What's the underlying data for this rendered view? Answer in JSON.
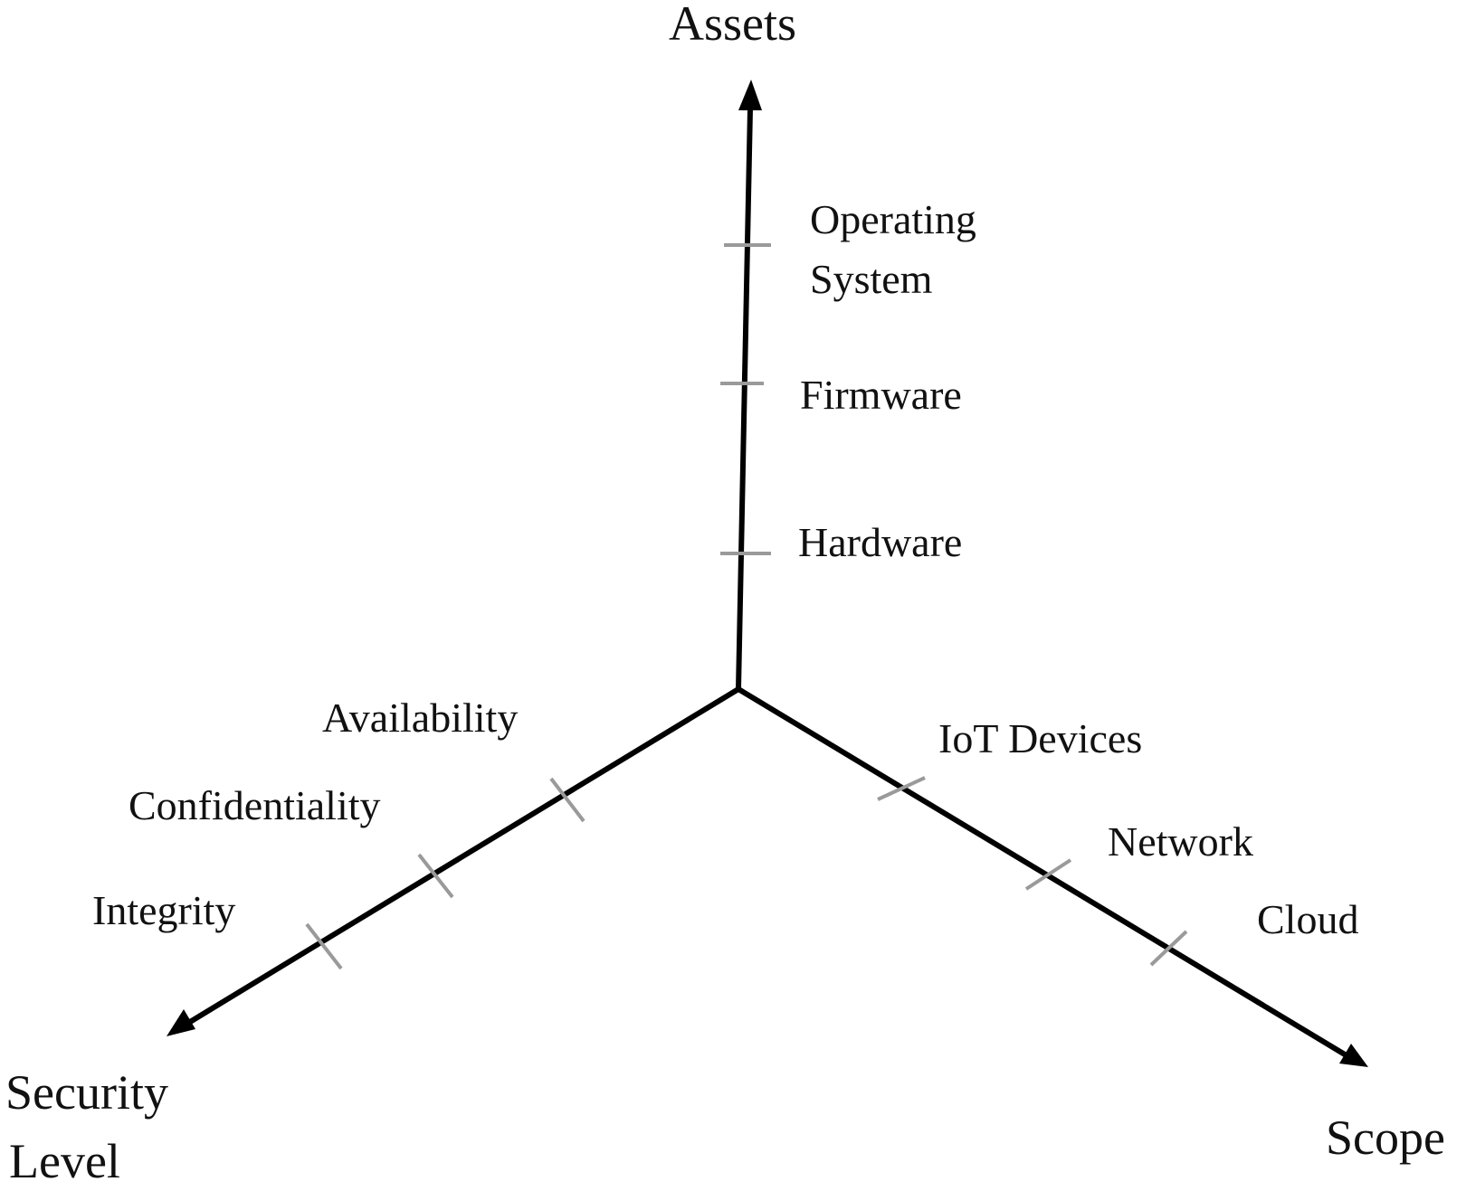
{
  "diagram": {
    "axes": [
      {
        "id": "assets",
        "title_lines": [
          "Assets"
        ],
        "ticks": [
          "Hardware",
          "Firmware",
          "Operating System"
        ]
      },
      {
        "id": "security-level",
        "title_lines": [
          "Security",
          "Level"
        ],
        "ticks": [
          "Availability",
          "Confidentiality",
          "Integrity"
        ]
      },
      {
        "id": "scope",
        "title_lines": [
          "Scope"
        ],
        "ticks": [
          "IoT Devices",
          "Network",
          "Cloud"
        ]
      }
    ],
    "colors": {
      "axis": "#000000",
      "tick": "#9a9a9a",
      "text": "#111111"
    }
  }
}
